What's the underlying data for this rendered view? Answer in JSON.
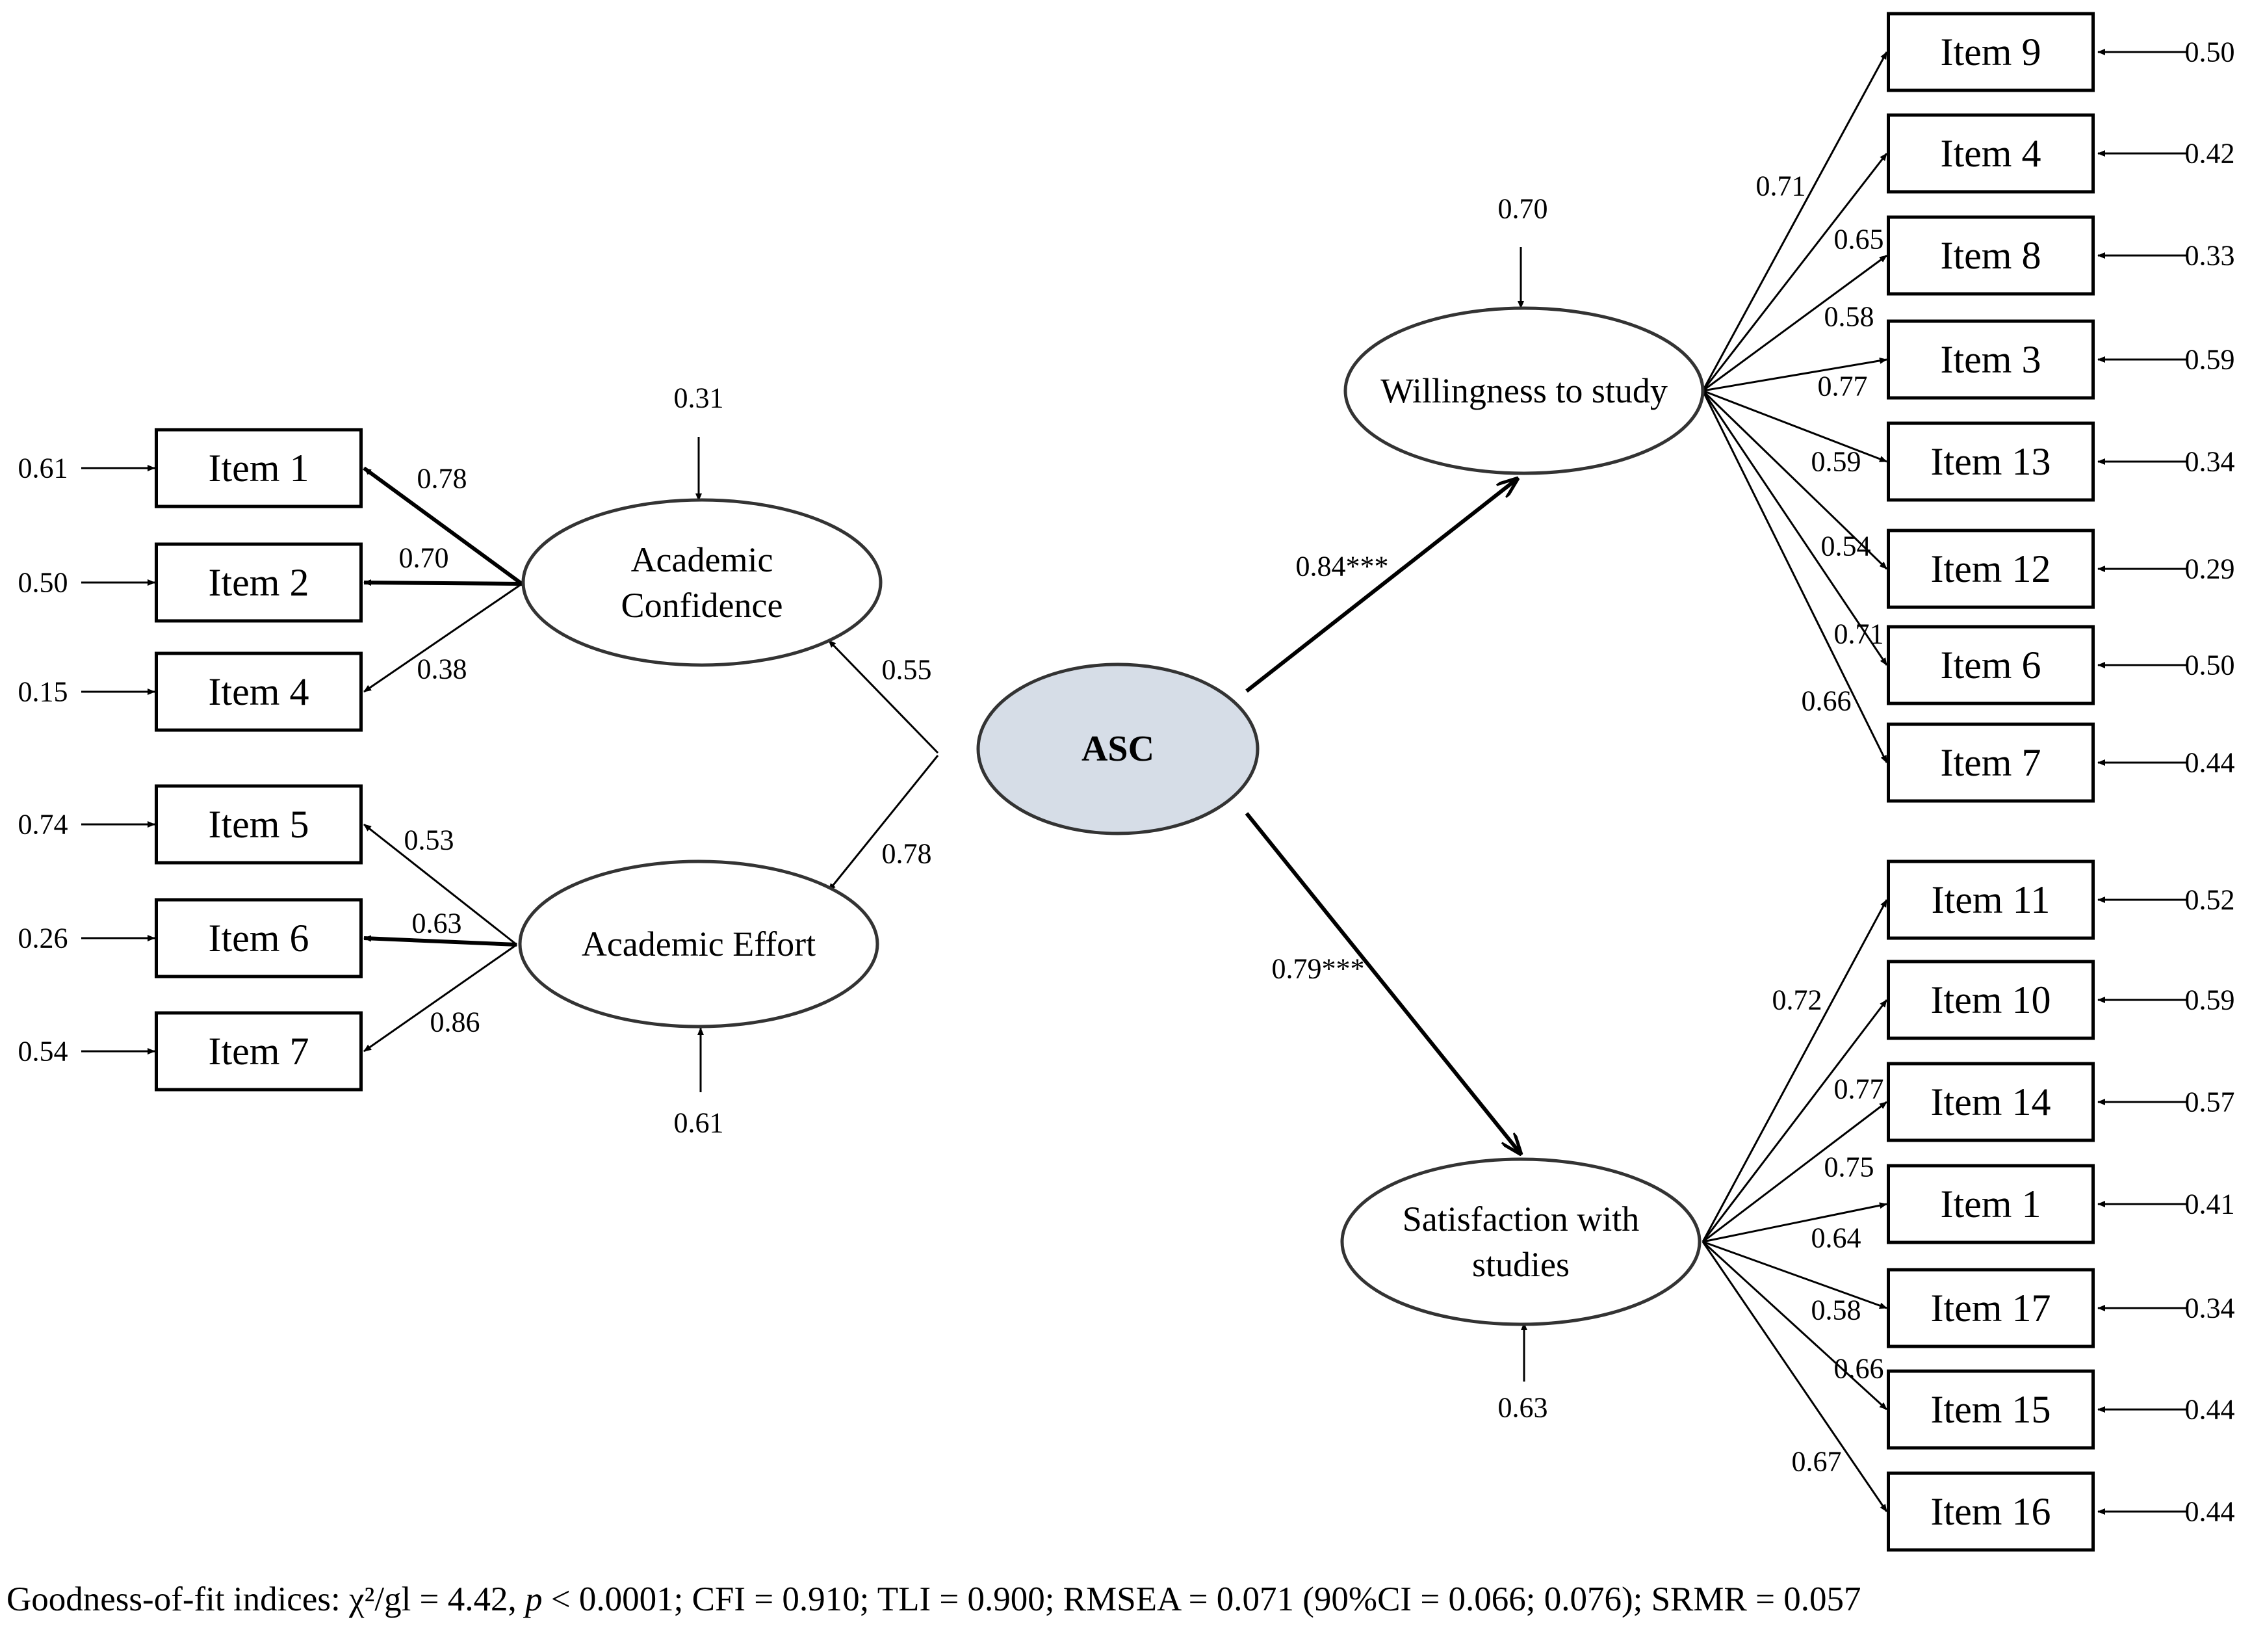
{
  "diagram": {
    "asc": {
      "label": "ASC",
      "fill": "#d6dde7"
    },
    "factors": {
      "academic_confidence": {
        "lines": [
          "Academic",
          "Confidence"
        ],
        "residual": "0.31",
        "path": "0.55"
      },
      "academic_effort": {
        "lines": [
          "Academic Effort"
        ],
        "residual": "0.61",
        "path": "0.78"
      },
      "willingness": {
        "lines": [
          "Willingness to study"
        ],
        "residual": "0.70",
        "path": "0.84***"
      },
      "satisfaction": {
        "lines": [
          "Satisfaction with",
          "studies"
        ],
        "residual": "0.63",
        "path": "0.79***"
      }
    },
    "confidence_items": [
      {
        "label": "Item 1",
        "loading": "0.78",
        "error": "0.61"
      },
      {
        "label": "Item 2",
        "loading": "0.70",
        "error": "0.50"
      },
      {
        "label": "Item 4",
        "loading": "0.38",
        "error": "0.15"
      }
    ],
    "effort_items": [
      {
        "label": "Item 5",
        "loading": "0.53",
        "error": "0.74"
      },
      {
        "label": "Item 6",
        "loading": "0.63",
        "error": "0.26"
      },
      {
        "label": "Item 7",
        "loading": "0.86",
        "error": "0.54"
      }
    ],
    "willingness_items": [
      {
        "label": "Item 9",
        "loading": "0.71",
        "error": "0.50"
      },
      {
        "label": "Item 4",
        "loading": "0.65",
        "error": "0.42"
      },
      {
        "label": "Item 8",
        "loading": "0.58",
        "error": "0.33"
      },
      {
        "label": "Item 3",
        "loading": "0.77",
        "error": "0.59"
      },
      {
        "label": "Item 13",
        "loading": "0.59",
        "error": "0.34"
      },
      {
        "label": "Item 12",
        "loading": "0.54",
        "error": "0.29"
      },
      {
        "label": "Item 6",
        "loading": "0.71",
        "error": "0.50"
      },
      {
        "label": "Item 7",
        "loading": "0.66",
        "error": "0.44"
      }
    ],
    "satisfaction_items": [
      {
        "label": "Item 11",
        "loading": "0.72",
        "error": "0.52"
      },
      {
        "label": "Item 10",
        "loading": "0.77",
        "error": "0.59"
      },
      {
        "label": "Item 14",
        "loading": "0.75",
        "error": "0.57"
      },
      {
        "label": "Item 1",
        "loading": "0.64",
        "error": "0.41"
      },
      {
        "label": "Item 17",
        "loading": "0.58",
        "error": "0.34"
      },
      {
        "label": "Item 15",
        "loading": "0.66",
        "error": "0.44"
      },
      {
        "label": "Item 16",
        "loading": "0.67",
        "error": "0.44"
      }
    ]
  },
  "fit": {
    "prefix": "Goodness-of-fit indices: χ²/gl = 4.42, ",
    "p_symbol": "p",
    "suffix": " < 0.0001; CFI = 0.910; TLI = 0.900; RMSEA = 0.071  (90%CI = 0.066; 0.076); SRMR = 0.057"
  }
}
